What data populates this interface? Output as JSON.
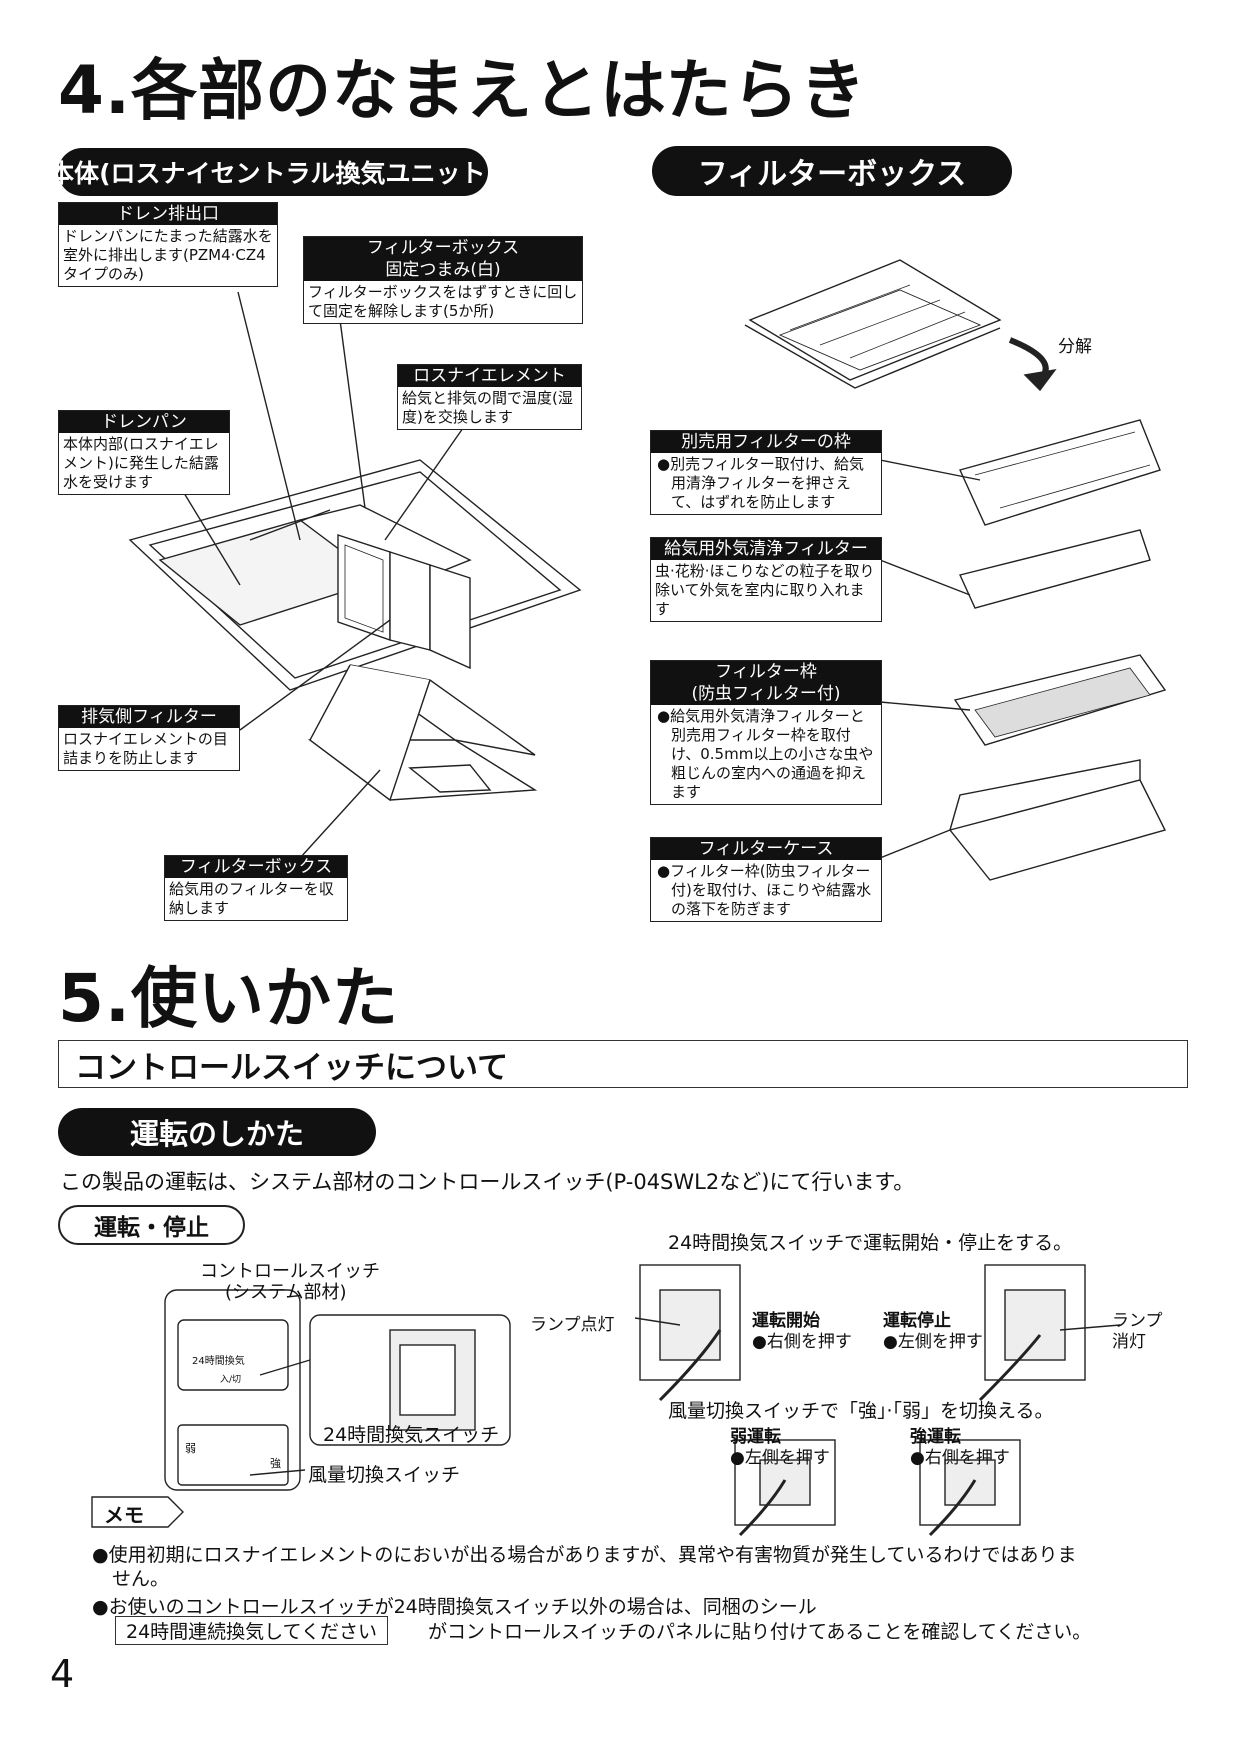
{
  "section4": {
    "title": "4.各部のなまえとはたらき",
    "left_heading": "本体(ロスナイセントラル換気ユニット)",
    "right_heading": "フィルターボックス",
    "labels": {
      "drain_outlet": {
        "title": "ドレン排出口",
        "body": "ドレンパンにたまった結露水を室外に排出します(PZM4·CZ4タイプのみ)"
      },
      "filterbox_knob": {
        "title": "フィルターボックス",
        "title2": "固定つまみ(白)",
        "body": "フィルターボックスをはずすときに回して固定を解除します(5か所)"
      },
      "lossnay_element": {
        "title": "ロスナイエレメント",
        "body": "給気と排気の間で温度(湿度)を交換します"
      },
      "drain_pan": {
        "title": "ドレンパン",
        "body": "本体内部(ロスナイエレメント)に発生した結露水を受けます"
      },
      "exhaust_filter": {
        "title": "排気側フィルター",
        "body": "ロスナイエレメントの目詰まりを防止します"
      },
      "filter_box": {
        "title": "フィルターボックス",
        "body": "給気用のフィルターを収納します"
      },
      "sep_filter_frame": {
        "title": "別売用フィルターの枠",
        "body": "●別売フィルター取付け、給気用清浄フィルターを押さえて、はずれを防止します"
      },
      "supply_filter": {
        "title": "給気用外気清浄フィルター",
        "body": "虫·花粉·ほこりなどの粒子を取り除いて外気を室内に取り入れます"
      },
      "filter_frame": {
        "title": "フィルター枠",
        "title2": "(防虫フィルター付)",
        "body": "●給気用外気清浄フィルターと別売用フィルター枠を取付け、0.5mm以上の小さな虫や粗じんの室内への通過を抑えます"
      },
      "filter_case": {
        "title": "フィルターケース",
        "body": "●フィルター枠(防虫フィルター付)を取付け、ほこりや結露水の落下を防ぎます"
      }
    },
    "disassemble": "分解"
  },
  "section5": {
    "title": "5.使いかた",
    "band": "コントロールスイッチについて",
    "subheading": "運転のしかた",
    "intro": "この製品の運転は、システム部材のコントロールスイッチ(P-04SWL2など)にて行います。",
    "run_stop": "運転・停止",
    "ctrl_switch": "コントロールスイッチ",
    "ctrl_switch_sub": "(システム部材)",
    "panel_text": "24時間換気",
    "panel_onoff": "入/切",
    "weak": "弱",
    "strong": "強",
    "switch_24": "24時間換気スイッチ",
    "fan_switch": "風量切換スイッチ",
    "switch_24_caption": "24時間換気スイッチで運転開始・停止をする。",
    "lamp_on": "ランプ点灯",
    "run_start": "運転開始",
    "run_start_desc": "●右側を押す",
    "run_stop2": "運転停止",
    "run_stop_desc": "●左側を押す",
    "lamp_off1": "ランプ",
    "lamp_off2": "消灯",
    "fan_caption": "風量切換スイッチで「強」·「弱」を切換える。",
    "weak_run": "弱運転",
    "weak_desc": "●左側を押す",
    "strong_run": "強運転",
    "strong_desc": "●右側を押す"
  },
  "memo": {
    "label": "メモ",
    "item1a": "●使用初期にロスナイエレメントのにおいが出る場合がありますが、異常や有害物質が発生しているわけではありま",
    "item1b": "せん。",
    "item2": "●お使いのコントロールスイッチが24時間換気スイッチ以外の場合は、同梱のシール",
    "seal": "24時間連続換気してください",
    "item2b": "がコントロールスイッチのパネルに貼り付けてあることを確認してください。"
  },
  "page_number": "4"
}
